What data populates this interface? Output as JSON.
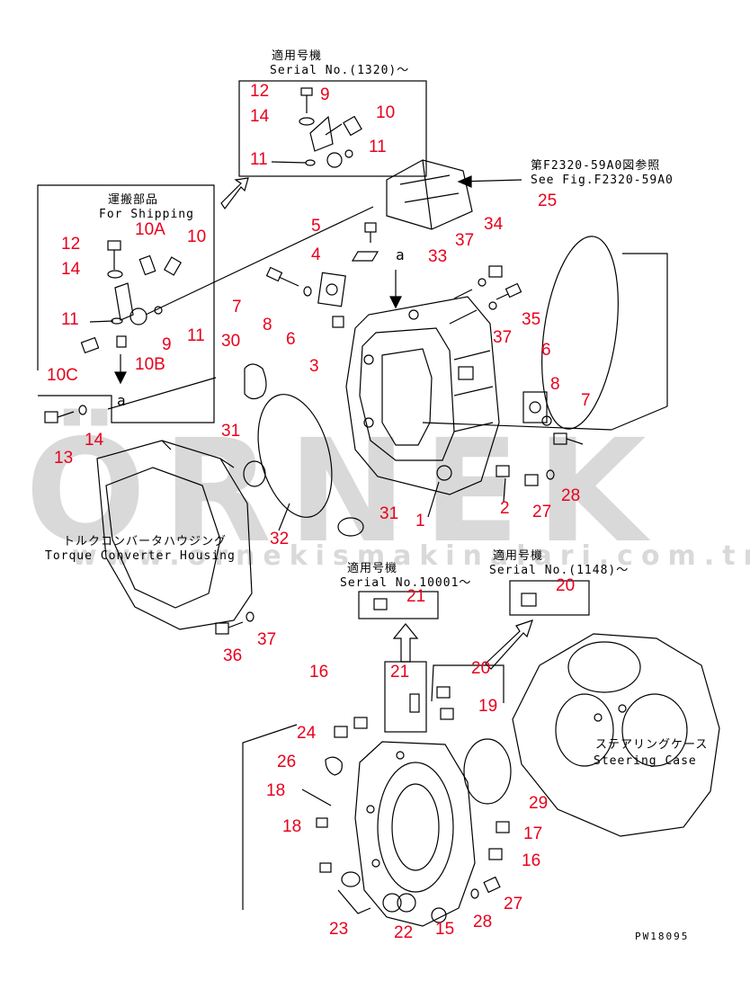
{
  "watermark": {
    "brand": "ÖRNEK",
    "url": "www.ornekismakinalari.com.tr"
  },
  "notes": {
    "applicable_jp": "適用号機",
    "serial_1320": "Serial No.(1320)～",
    "serial_10001": "Serial No.10001～",
    "serial_1148": "Serial No.(1148)～",
    "shipping_jp": "運搬部品",
    "shipping_en": "For Shipping",
    "ref_jp": "第F2320-59A0図参照",
    "ref_en": "See Fig.F2320-59A0",
    "torque_jp": "トルクコンバータハウジング",
    "torque_en": "Torque Converter Housing",
    "steering_jp": "ステアリングケース",
    "steering_en": "Steering Case",
    "view_mark": "a",
    "drawing_no": "PW18095"
  },
  "callouts": {
    "c12a": "12",
    "c9a": "9",
    "c14a": "14",
    "c10a": "10",
    "c11a": "11",
    "c11b": "11",
    "c10A": "10A",
    "c10b": "10",
    "c12b": "12",
    "c14b": "14",
    "c11c": "11",
    "c11d": "11",
    "c9b": "9",
    "c10C": "10C",
    "c10B": "10B",
    "c14c": "14",
    "c13": "13",
    "c5": "5",
    "c4": "4",
    "c7a": "7",
    "c8a": "8",
    "c6a": "6",
    "c3": "3",
    "c30": "30",
    "c31a": "31",
    "c32": "32",
    "c31b": "31",
    "c1": "1",
    "c2": "2",
    "c33": "33",
    "c37a": "37",
    "c34": "34",
    "c35": "35",
    "c37b": "37",
    "c6b": "6",
    "c8b": "8",
    "c7b": "7",
    "c25": "25",
    "c27a": "27",
    "c28a": "28",
    "c36": "36",
    "c37c": "37",
    "c21a": "21",
    "c20a": "20",
    "c16a": "16",
    "c21b": "21",
    "c20b": "20",
    "c19": "19",
    "c24": "24",
    "c26": "26",
    "c18a": "18",
    "c18b": "18",
    "c29": "29",
    "c17": "17",
    "c16b": "16",
    "c27b": "27",
    "c28b": "28",
    "c23": "23",
    "c22": "22",
    "c15": "15"
  }
}
